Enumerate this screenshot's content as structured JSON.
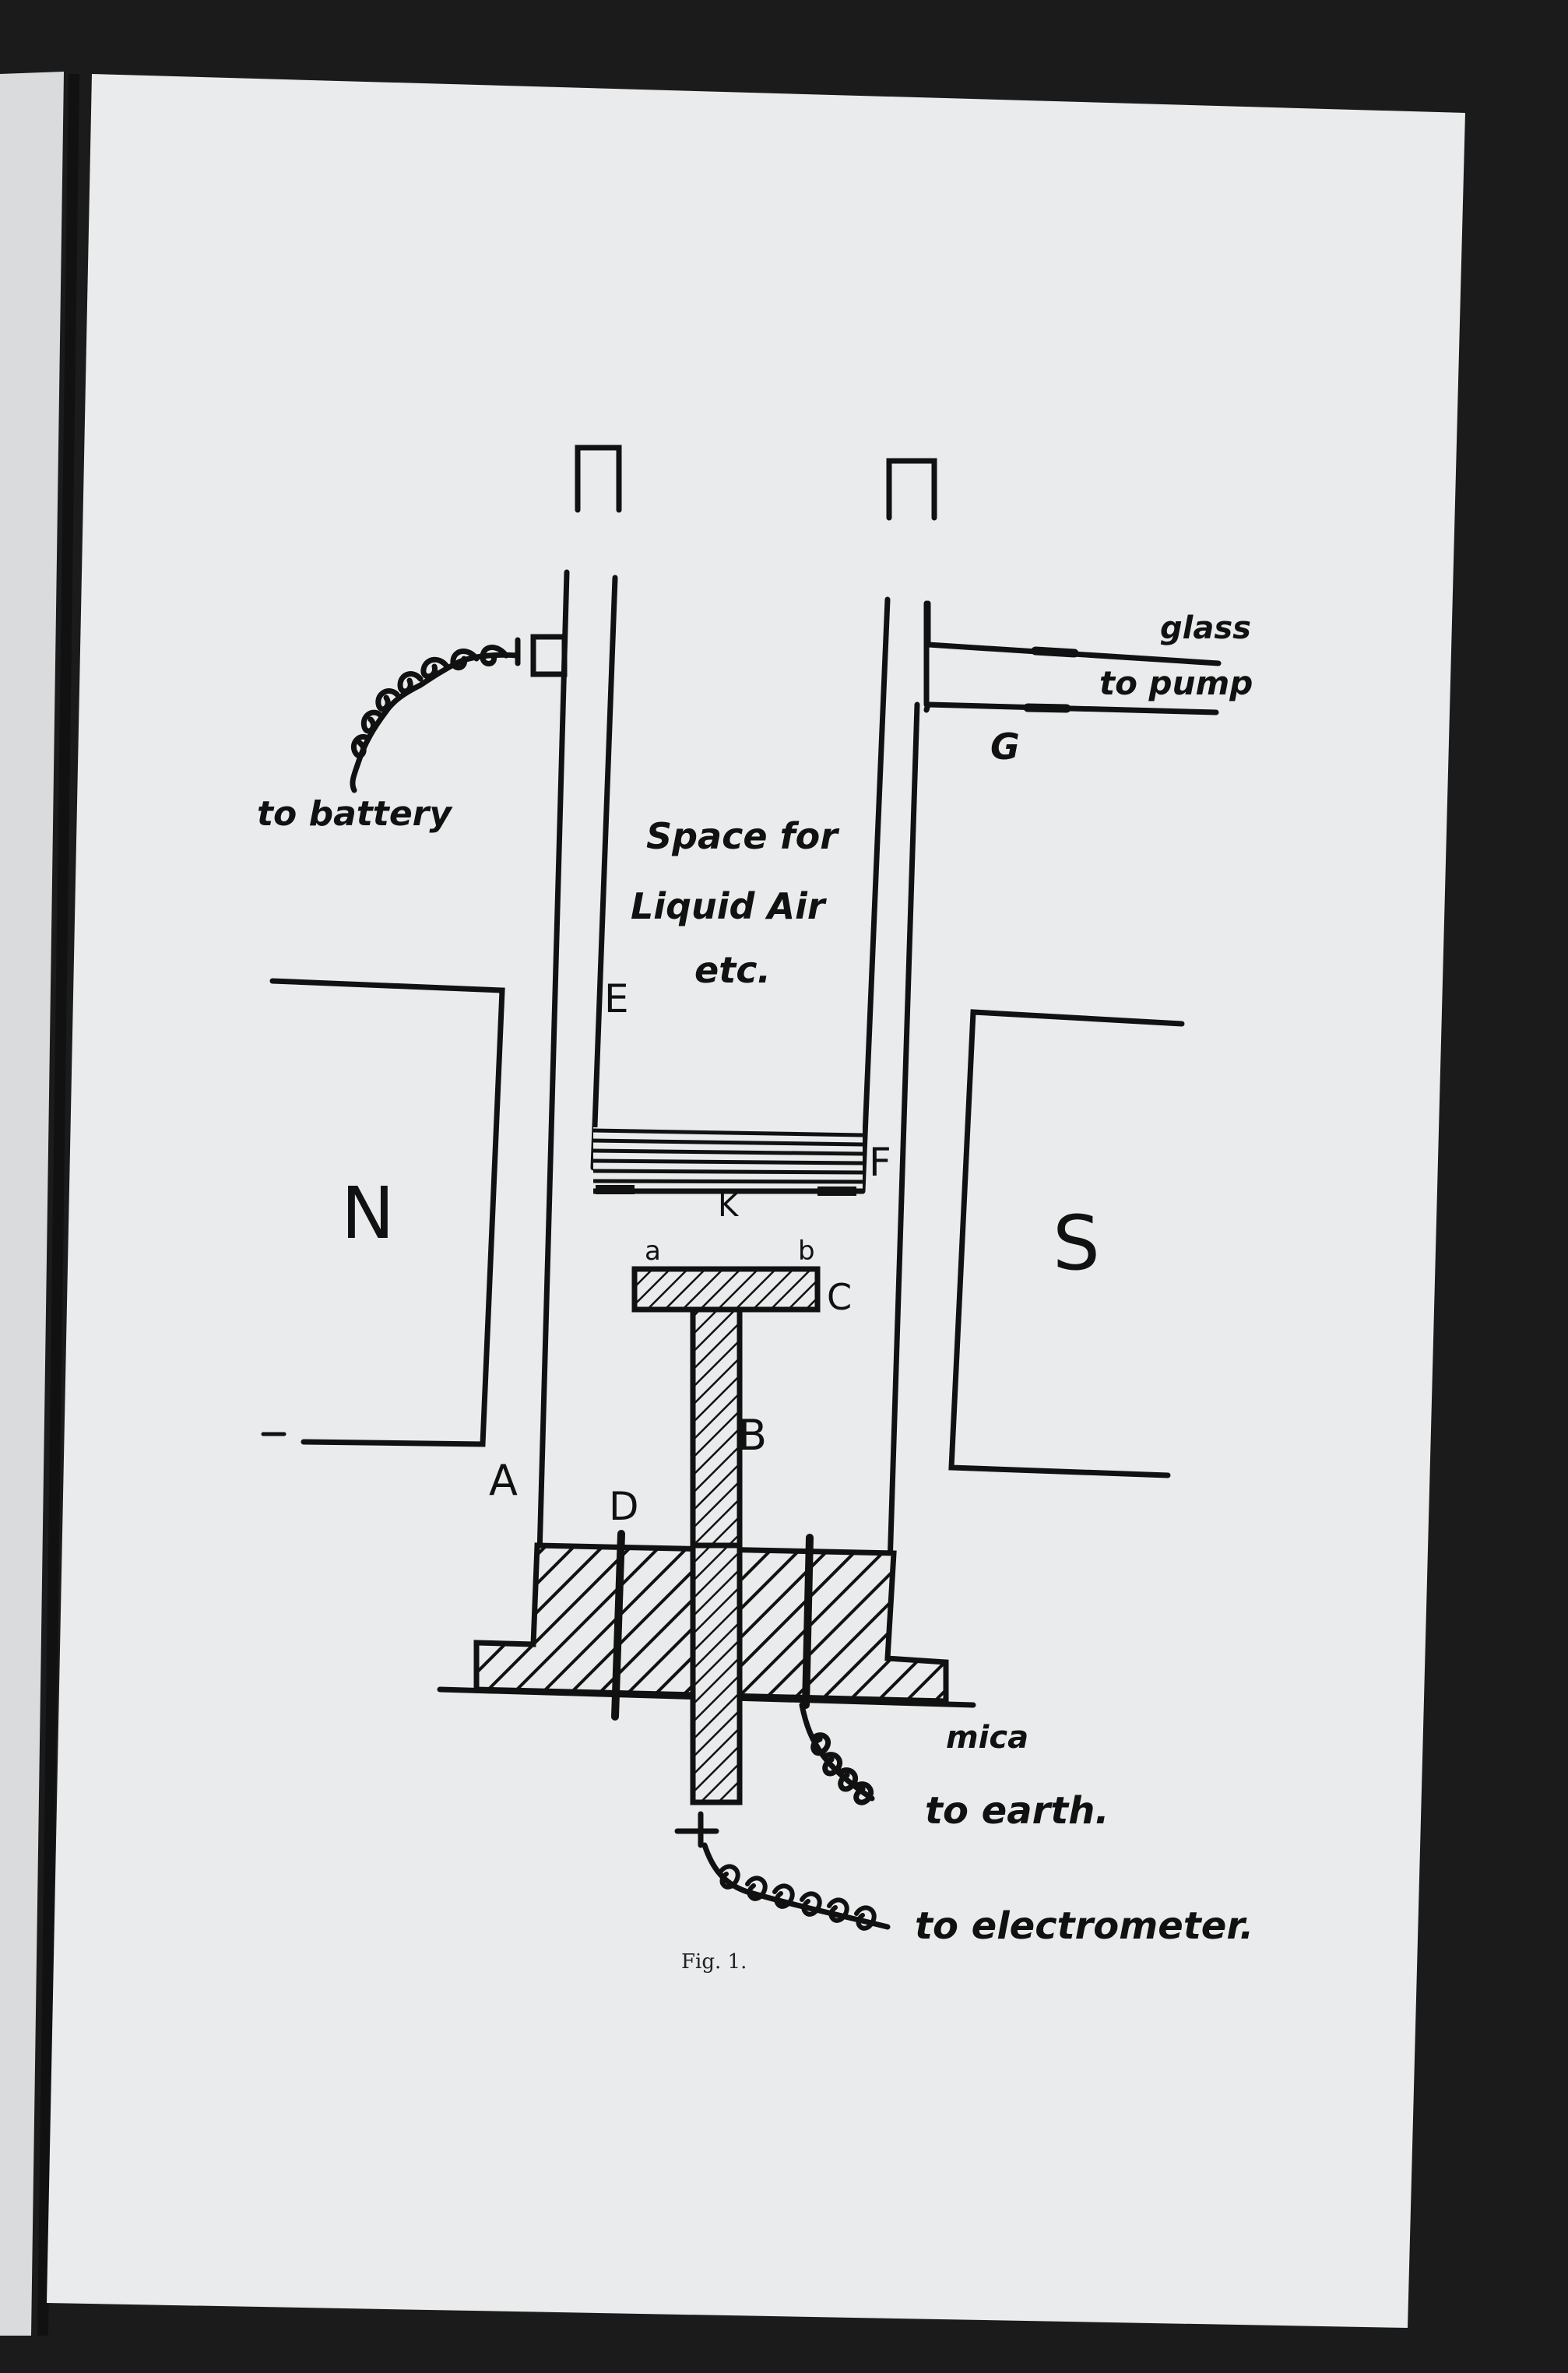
{
  "figure": {
    "caption": "Fig. 1.",
    "labels": {
      "to_battery": "to battery",
      "space_line1": "Space for",
      "space_line2": "Liquid Air",
      "space_line3": "etc.",
      "glass": "glass",
      "to_pump": "to pump",
      "G": "G",
      "E": "E",
      "F": "F",
      "K": "K",
      "N": "N",
      "S": "S",
      "a": "a",
      "b": "b",
      "C": "C",
      "B": "B",
      "A": "A",
      "D": "D",
      "mica": "mica",
      "to_earth": "to earth.",
      "to_electrometer": "to electrometer."
    }
  },
  "colors": {
    "page": "#e9ebec",
    "ink": "#111111",
    "surround": "#1b1b1b"
  }
}
